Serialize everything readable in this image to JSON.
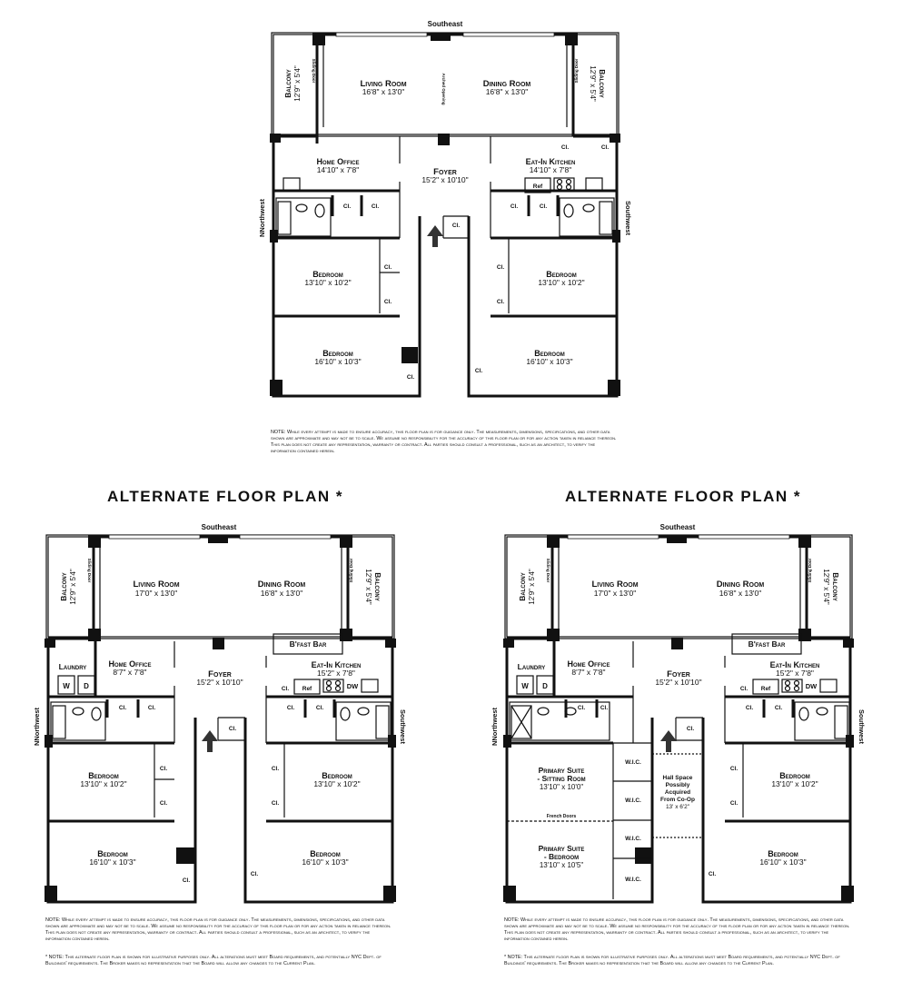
{
  "plans": {
    "main": {
      "compass": {
        "top": "Southeast",
        "left": "NNorthwest",
        "right": "Southwest"
      },
      "rooms": {
        "living": {
          "name": "Living Room",
          "dim": "16'8\" x 13'0\""
        },
        "dining": {
          "name": "Dining Room",
          "dim": "16'8\" x 13'0\""
        },
        "balcony_l": {
          "name": "Balcony",
          "dim": "12'9\" x 5'4\""
        },
        "balcony_r": {
          "name": "Balcony",
          "dim": "12'9\" x 5'4\""
        },
        "office": {
          "name": "Home Office",
          "dim": "14'10\" x 7'8\""
        },
        "kitchen": {
          "name": "Eat-In Kitchen",
          "dim": "14'10\" x 7'8\""
        },
        "foyer": {
          "name": "Foyer",
          "dim": "15'2\" x 10'10\""
        },
        "bed_nw1": {
          "name": "Bedroom",
          "dim": "13'10\" x 10'2\""
        },
        "bed_sw1": {
          "name": "Bedroom",
          "dim": "13'10\" x 10'2\""
        },
        "bed_nw2": {
          "name": "Bedroom",
          "dim": "16'10\" x 10'3\""
        },
        "bed_sw2": {
          "name": "Bedroom",
          "dim": "16'10\" x 10'3\""
        }
      },
      "labels": {
        "closet": "Cl.",
        "ref": "Ref",
        "sliding_door": "Sliding Door",
        "arched": "Arched Opening"
      },
      "note": "NOTE: While every attempt is made to ensure accuracy, this floor plan is for guidance only. The measurements, dimensions, specifications, and other data shown are approximate and may not be to scale. We assume no responsibility for the accuracy of this floor plan or for any action taken in reliance thereon. This plan does not create any representation, warranty or contract. All parties should consult a professional, such as an architect, to verify the information contained herein."
    },
    "alt_a": {
      "title": "ALTERNATE FLOOR PLAN *",
      "compass": {
        "top": "Southeast",
        "left": "NNorthwest",
        "right": "Southwest"
      },
      "rooms": {
        "living": {
          "name": "Living Room",
          "dim": "17'0\" x 13'0\""
        },
        "dining": {
          "name": "Dining Room",
          "dim": "16'8\" x 13'0\""
        },
        "balcony_l": {
          "name": "Balcony",
          "dim": "12'9\" x 5'4\""
        },
        "balcony_r": {
          "name": "Balcony",
          "dim": "12'9\" x 5'4\""
        },
        "laundry": {
          "name": "Laundry"
        },
        "office": {
          "name": "Home Office",
          "dim": "8'7\" x 7'8\""
        },
        "kitchen": {
          "name": "Eat-In Kitchen",
          "dim": "15'2\" x 7'8\""
        },
        "bfast": {
          "name": "B'fast Bar"
        },
        "foyer": {
          "name": "Foyer",
          "dim": "15'2\" x 10'10\""
        },
        "bed_nw1": {
          "name": "Bedroom",
          "dim": "13'10\" x 10'2\""
        },
        "bed_sw1": {
          "name": "Bedroom",
          "dim": "13'10\" x 10'2\""
        },
        "bed_nw2": {
          "name": "Bedroom",
          "dim": "16'10\" x 10'3\""
        },
        "bed_sw2": {
          "name": "Bedroom",
          "dim": "16'10\" x 10'3\""
        }
      },
      "labels": {
        "closet": "Cl.",
        "ref": "Ref",
        "dw": "DW",
        "w": "W",
        "d": "D",
        "sliding_door": "Sliding Door"
      },
      "note": "NOTE: While every attempt is made to ensure accuracy, this floor plan is for guidance only. The measurements, dimensions, specifications, and other data shown are approximate and may not be to scale. We assume no responsibility for the accuracy of this floor plan or for any action taken in reliance thereon. This plan does not create any representation, warranty or contract. All parties should consult a professional, such as an architect, to verify the information contained herein.",
      "note2": "* NOTE: This alternate floor plan is shown for illustrative purposes only. All alterations must meet Board requirements, and potentially NYC Dept. of Buildings' requirements. The Broker makes no representation that the Board will allow any changes to the Current Plan."
    },
    "alt_b": {
      "title": "ALTERNATE FLOOR PLAN *",
      "compass": {
        "top": "Southeast",
        "left": "NNorthwest",
        "right": "Southwest"
      },
      "rooms": {
        "living": {
          "name": "Living Room",
          "dim": "17'0\" x 13'0\""
        },
        "dining": {
          "name": "Dining Room",
          "dim": "16'8\" x 13'0\""
        },
        "balcony_l": {
          "name": "Balcony",
          "dim": "12'9\" x 5'4\""
        },
        "balcony_r": {
          "name": "Balcony",
          "dim": "12'9\" x 5'4\""
        },
        "laundry": {
          "name": "Laundry"
        },
        "office": {
          "name": "Home Office",
          "dim": "8'7\" x 7'8\""
        },
        "kitchen": {
          "name": "Eat-In Kitchen",
          "dim": "15'2\" x 7'8\""
        },
        "bfast": {
          "name": "B'fast Bar"
        },
        "foyer": {
          "name": "Foyer",
          "dim": "15'2\" x 10'10\""
        },
        "suite_sit": {
          "name1": "Primary Suite",
          "name2": "- Sitting Room",
          "dim": "13'10\" x 10'0\""
        },
        "suite_bed": {
          "name1": "Primary Suite",
          "name2": "- Bedroom",
          "dim": "13'10\" x 10'5\""
        },
        "hall": {
          "l1": "Hall Space",
          "l2": "Possibly",
          "l3": "Acquired",
          "l4": "From Co-Op",
          "dim": "13' x 6'2\""
        },
        "bed_sw1": {
          "name": "Bedroom",
          "dim": "13'10\" x 10'2\""
        },
        "bed_sw2": {
          "name": "Bedroom",
          "dim": "16'10\" x 10'3\""
        }
      },
      "labels": {
        "closet": "Cl.",
        "ref": "Ref",
        "dw": "DW",
        "w": "W",
        "d": "D",
        "wic": "W.I.C.",
        "french": "French Doors",
        "sliding_door": "Sliding Door"
      },
      "note": "NOTE: While every attempt is made to ensure accuracy, this floor plan is for guidance only. The measurements, dimensions, specifications, and other data shown are approximate and may not be to scale. We assume no responsibility for the accuracy of this floor plan or for any action taken in reliance thereon. This plan does not create any representation, warranty or contract. All parties should consult a professional, such as an architect, to verify the information contained herein.",
      "note2": "* NOTE: This alternate floor plan is shown for illustrative purposes only. All alterations must meet Board requirements, and potentially NYC Dept. of Buildings' requirements. The Broker makes no representation that the Board will allow any changes to the Current Plan."
    }
  }
}
